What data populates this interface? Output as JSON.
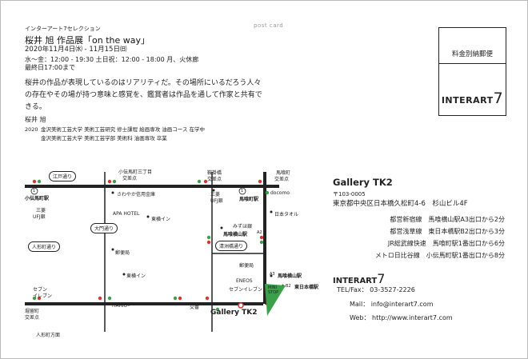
{
  "header": {
    "postcard_label": "post card",
    "series": "インターアート7セレクション",
    "title": "桜井 旭 作品展「on the way」",
    "dates": "2020年11月4日㈬ - 11月15日㈰",
    "hours1": "水～金：12:00 - 19:30  土日祝：12:00 - 18:00  月、火休廊",
    "hours2": "最終日17:00まで"
  },
  "description": "桜井の作品が表現しているのはリアリティだ。その場所にいるだろう人々の存在やその場が持つ意味と感覚を、鑑賞者は作品を通して作家と共有できる。",
  "artist": {
    "name": "桜井 旭",
    "education": [
      {
        "year": "2020",
        "text": "金沢美術工芸大学 美術工芸研究 修士課程 絵画専攻 油画コース 在学中"
      },
      {
        "year": "",
        "text": "金沢美術工芸大学 美術工芸学部 美術科 油画専攻 卒業"
      }
    ]
  },
  "stamp": {
    "postage": "料金別納郵便",
    "brand": "INTERART",
    "brand_num": "7"
  },
  "gallery": {
    "name": "Gallery TK2",
    "zip": "〒103-0005",
    "address": "東京都中央区日本橋久松町4-6　杉山ビル4F",
    "access": [
      "都営新宿線　馬喰横山駅A3出口から2分",
      "都営浅草線　東日本橋駅B2出口から3分",
      "JR総武線快速　馬喰町駅1番出口から6分",
      "メトロ日比谷線　小伝馬町駅1番出口から8分"
    ],
    "logo": "INTERART",
    "logo_num": "7",
    "tel_label": "TEL/Fax：",
    "tel": "03-3527-2226",
    "mail_label": "Mail：",
    "mail": "info@interart7.com",
    "web_label": "Web：",
    "web": "http://www.interart7.com"
  },
  "map": {
    "pills": {
      "edo": "江戸通り",
      "omon": "大門通り",
      "ningyo": "人形町通り",
      "kiyosu": "清洲橋通り"
    },
    "labels": {
      "kodenmacho_sanchome": "小伝馬町三丁目",
      "koshiten1": "交差点",
      "asakusabashi": "鞍掛橋",
      "koshiten2": "交差点",
      "bakurocho_cross": "馬喰町",
      "koshiten3": "交差点",
      "sawayaka": "さわやか信用金庫",
      "ufj1_a": "三菱",
      "ufj1_b": "UFJ銀",
      "docomo": "docomo",
      "kodenmacho_eki": "小伝馬町駅",
      "bakurocho_eki": "馬喰町駅",
      "ufj2_a": "三菱",
      "ufj2_b": "UFJ銀",
      "apa": "APA HOTEL",
      "toyoko1": "東横イン",
      "nihon_towel": "日本タオル",
      "mizuho": "みずほ銀",
      "bakuroyokoyama_eki": "馬喰横山駅",
      "yubinkyoku1": "郵便局",
      "yubinkyoku2": "郵便局",
      "toyoko2": "東横イン",
      "eneos": "ENEOS",
      "seven1": "セブンイレブン",
      "seven2_a": "セブン",
      "seven2_b": "イレブン",
      "mini_a": "MINI",
      "mini_b": "STOP",
      "horidome_a": "堀留町",
      "horidome_b": "交差点",
      "hario": "HARIO",
      "koban": "交番",
      "ningyocho_hoho": "人形町方面",
      "higashinihonbashi_eki": "東日本橋駅",
      "bakuroyokoyama_a3": "馬喰横山駅",
      "gallery": "Gallery TK2",
      "exit_a3": "A3",
      "exit_a2": "A2",
      "exit_b2": "B2",
      "exit1a": "1",
      "exit1b": "1"
    }
  },
  "colors": {
    "signal_red": "#d9352c",
    "signal_green": "#3aa04a",
    "area_green": "#3aa04a"
  }
}
